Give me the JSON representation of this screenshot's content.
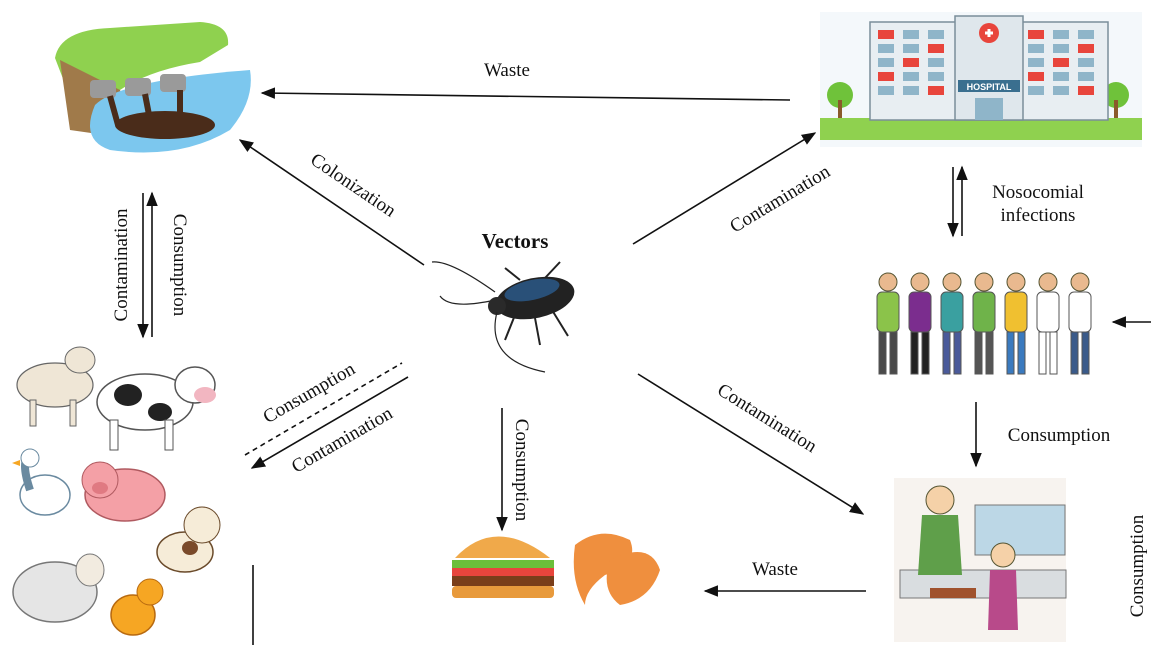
{
  "diagram": {
    "center_title": "Vectors",
    "edge_labels": {
      "hospital_waste": "Waste",
      "colonization": "Colonization",
      "hospital_contamination": "Contamination",
      "nosocomial": [
        "Nosocomial",
        "infections"
      ],
      "animals_contamination": "Contamination",
      "animals_consumption": "Consumption",
      "vector_consumption_upper": "Consumption",
      "vector_contamination_lower": "Contamination",
      "food_consumption": "Consumption",
      "canteen_contamination": "Contamination",
      "people_consumption": "Consumption",
      "canteen_waste": "Waste",
      "right_consumption": "Consumption"
    },
    "nodes": {
      "sewage": "sewage-pipes-illustration",
      "hospital": "HOSPITAL",
      "people": "people-and-medical-staff-illustration",
      "animals": "farm-and-pet-animals-illustration",
      "food": "burger-and-chicken-illustration",
      "canteen": "canteen-serving-illustration",
      "vector": "cockroach-illustration"
    },
    "colors": {
      "arrow": "#111111",
      "grass": "#8fd14f",
      "water": "#7cc7ee",
      "hospital_red": "#e8453c"
    }
  }
}
